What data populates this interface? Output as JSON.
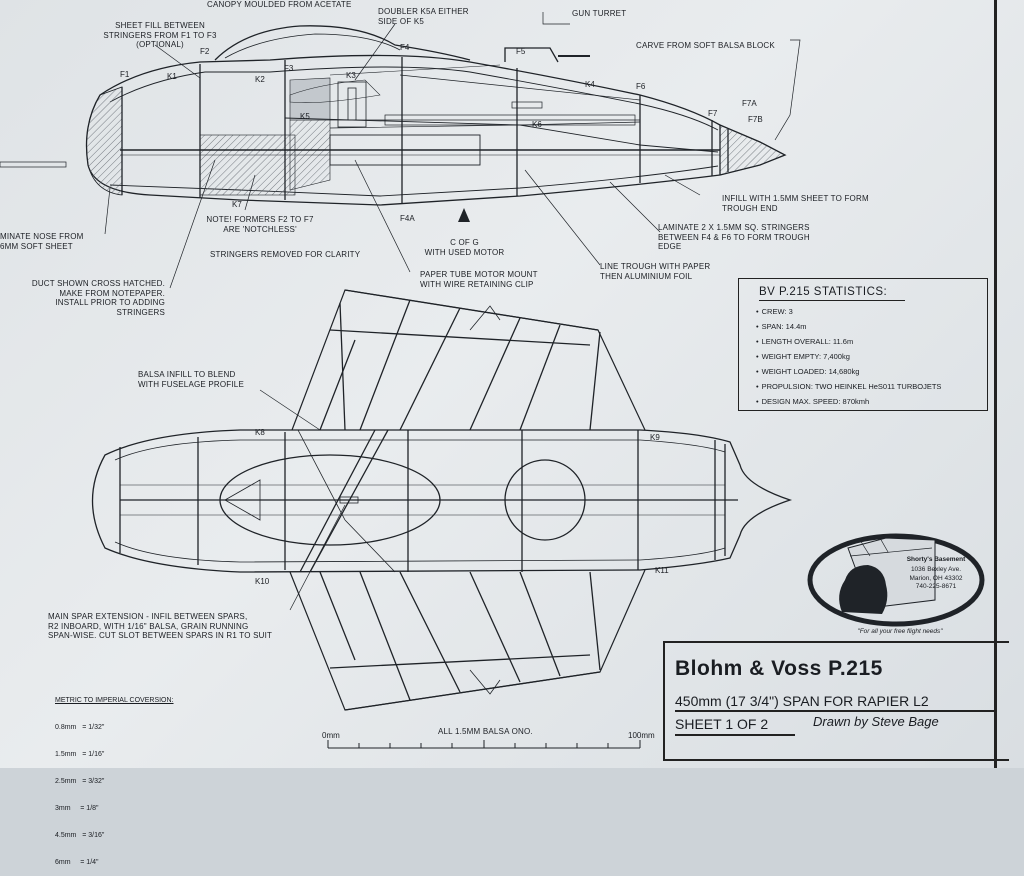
{
  "title_block": {
    "title": "Blohm & Voss P.215",
    "span": "450mm (17 3/4\") SPAN FOR RAPIER L2",
    "sheet": "SHEET 1 OF 2",
    "drawn_by": "Drawn by Steve Bage"
  },
  "stats": {
    "heading": "BV P.215 STATISTICS:",
    "items": [
      "CREW: 3",
      "SPAN: 14.4m",
      "LENGTH OVERALL: 11.6m",
      "WEIGHT EMPTY: 7,400kg",
      "WEIGHT LOADED: 14,680kg",
      "PROPULSION: TWO HEINKEL HeS011 TURBOJETS",
      "DESIGN MAX. SPEED: 870kmh"
    ]
  },
  "annotations": {
    "canopy": "CANOPY MOULDED FROM ACETATE",
    "sheet_fill": "SHEET FILL BETWEEN\nSTRINGERS FROM F1 TO F3\n(OPTIONAL)",
    "doubler": "DOUBLER K5A EITHER\nSIDE OF K5",
    "gun_turret": "GUN TURRET",
    "carve": "CARVE FROM SOFT BALSA BLOCK",
    "laminate_nose": "MINATE NOSE FROM\n6mm SOFT SHEET",
    "note_formers": "NOTE! FORMERS F2 TO F7\nARE 'NOTCHLESS'",
    "cofg": "C of G\nWITH USED MOTOR",
    "infill": "INFILL WITH 1.5mm SHEET TO FORM\nTROUGH END",
    "laminate_stringers": "LAMINATE 2 X 1.5mm sq. STRINGERS\nBETWEEN F4 & F6 TO FORM TROUGH\nEDGE",
    "stringers_removed": "STRINGERS REMOVED FOR CLARITY",
    "duct": "DUCT SHOWN CROSS HATCHED.\nMAKE FROM NOTEPAPER.\nINSTALL PRIOR TO ADDING\nSTRINGERS",
    "paper_tube": "PAPER TUBE MOTOR MOUNT\nWITH WIRE RETAINING CLIP",
    "line_trough": "LINE TROUGH WITH PAPER\nTHEN ALUMINIUM FOIL",
    "balsa_infill": "BALSA INFILL TO BLEND\nWITH FUSELAGE PROFILE",
    "main_spar": "MAIN SPAR EXTENSION - INFIL BETWEEN SPARS,\nR2 INBOARD, WITH 1/16\" BALSA, GRAIN RUNNING\nSPAN-WISE. CUT SLOT BETWEEN SPARS IN R1 TO SUIT",
    "all_balsa": "ALL 1.5mm BALSA ONO."
  },
  "parts": {
    "F1": "F1",
    "F2": "F2",
    "F3": "F3",
    "F4": "F4",
    "F4A": "F4A",
    "F5": "F5",
    "F6": "F6",
    "F7": "F7",
    "F7A": "F7A",
    "F7B": "F7B",
    "K1": "K1",
    "K2": "K2",
    "K3": "K3",
    "K4": "K4",
    "K5": "K5",
    "K6": "K6",
    "K7": "K7",
    "K8": "K8",
    "K9": "K9",
    "K10": "K10",
    "K11": "K11"
  },
  "metric": {
    "title": "METRIC TO IMPERIAL COVERSION:",
    "rows": [
      "0.8mm   = 1/32\"",
      "1.5mm   = 1/16\"",
      "2.5mm   = 3/32\"",
      "3mm     = 1/8\"",
      "4.5mm   = 3/16\"",
      "6mm     = 1/4\""
    ]
  },
  "scale": {
    "start": "0mm",
    "end": "100mm"
  },
  "logo": {
    "name": "Shorty's Basement",
    "address": "1036 Bexley Ave.\nMarion, OH 43302\n740-225-8671",
    "tagline": "\"For all your free flight needs\""
  },
  "colors": {
    "ink": "#1a1d22",
    "paper": "#e3e7ea",
    "hatch": "#5a6068"
  }
}
